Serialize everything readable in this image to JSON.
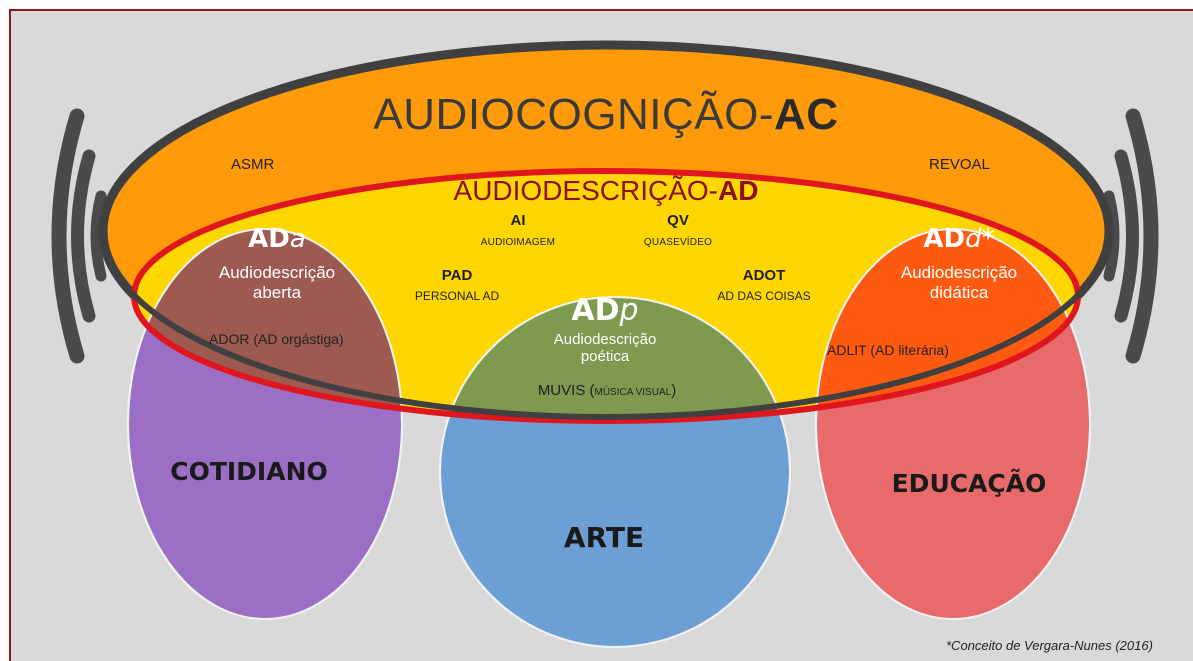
{
  "ac": {
    "title": "AUDIOCOGNIÇÃO-",
    "suffix": "AC"
  },
  "ad": {
    "title": "AUDIODESCRIÇÃO-",
    "suffix": "AD"
  },
  "labels": {
    "asmr": "ASMR",
    "revoal": "REVOAL",
    "ai": "AI",
    "ai_sub": "AUDIOIMAGEM",
    "qv": "QV",
    "qv_sub": "QUASEVÍDEO",
    "pad": "PAD",
    "pad_sub": "PERSONAL AD",
    "adot": "ADOT",
    "adot_sub": "AD DAS COISAS",
    "ador": "ADOR (AD orgástiga)",
    "adlit": "ADLIT (AD literária)",
    "muvis": "MUVIS (",
    "muvis_small": "MÚSICA VISUAL",
    "muvis_close": ")"
  },
  "ada": {
    "abbr": "AD",
    "suffix": "a",
    "line1": "Audiodescrição",
    "line2": "aberta"
  },
  "adp": {
    "abbr": "AD",
    "suffix": "p",
    "line1": "Audiodescrição",
    "line2": "poética"
  },
  "add": {
    "abbr": "AD",
    "suffix": "d*",
    "line1": "Audiodescrição",
    "line2": "didática"
  },
  "domains": {
    "left": "COTIDIANO",
    "center": "ARTE",
    "right": "EDUCAÇÃO"
  },
  "footnote": "*Conceito de Vergara-Nunes (2016)",
  "colors": {
    "background": "#d9d9d9",
    "ac_ellipse": "#ff9a0a",
    "ac_outline": "#404040",
    "ad_ellipse": "#ffd700",
    "ad_outline": "#e0161f",
    "left_circle": "#9b6fc6",
    "center_circle": "#6c9fd4",
    "right_circle": "#e86a6a",
    "overlap_left": "#9d3a55",
    "overlap_center": "#7e9a4f",
    "overlap_right": "#ff5a12",
    "sound_waves": "#4a4a4a"
  }
}
